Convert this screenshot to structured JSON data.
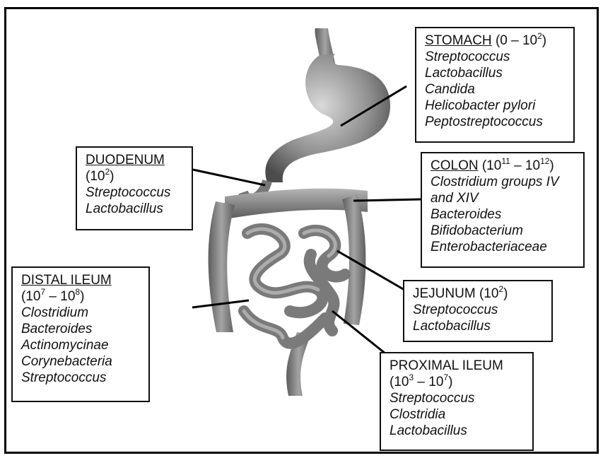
{
  "regions": {
    "stomach": {
      "name": "STOMACH",
      "range_base": "0 – 10",
      "range_exp": "2",
      "range_close": ")",
      "bacteria": [
        "Streptococcus",
        "Lactobacillus",
        "Candida",
        "Helicobacter pylori",
        "Peptostreptococcus"
      ]
    },
    "duodenum": {
      "name": "DUODENUM",
      "range_base": "(10",
      "range_exp": "2",
      "range_close": ")",
      "bacteria": [
        "Streptococcus",
        "Lactobacillus"
      ]
    },
    "colon": {
      "name": "COLON",
      "range_a": "(10",
      "exp_a": "11",
      "range_b": " – 10",
      "exp_b": "12",
      "range_close": ")",
      "bacteria": [
        "Clostridium groups IV",
        "and XIV",
        "Bacteroides",
        "Bifidobacterium",
        "Enterobacteriaceae"
      ]
    },
    "distal_ileum": {
      "name": "DISTAL ILEUM",
      "range_a": "(10",
      "exp_a": "7",
      "range_b": " – 10",
      "exp_b": "8",
      "range_close": ")",
      "bacteria": [
        "Clostridium",
        "Bacteroides",
        "Actinomycinae",
        "Corynebacteria",
        "Streptococcus"
      ]
    },
    "jejunum": {
      "name": "JEJUNUM",
      "range_base": "(10",
      "range_exp": "2",
      "range_close": ")",
      "bacteria": [
        "Streptococcus",
        "Lactobacillus"
      ]
    },
    "proximal_ileum": {
      "name": "PROXIMAL ILEUM",
      "range_a": "(10",
      "exp_a": "3",
      "range_b": " – 10",
      "exp_b": "7",
      "range_close": ")",
      "bacteria": [
        "Streptococcus",
        "Clostridia",
        "Lactobacillus"
      ]
    }
  },
  "colors": {
    "border": "#111111",
    "organ_dark": "#555555",
    "organ_mid": "#8a8a8a",
    "organ_light": "#c8c8c8"
  }
}
